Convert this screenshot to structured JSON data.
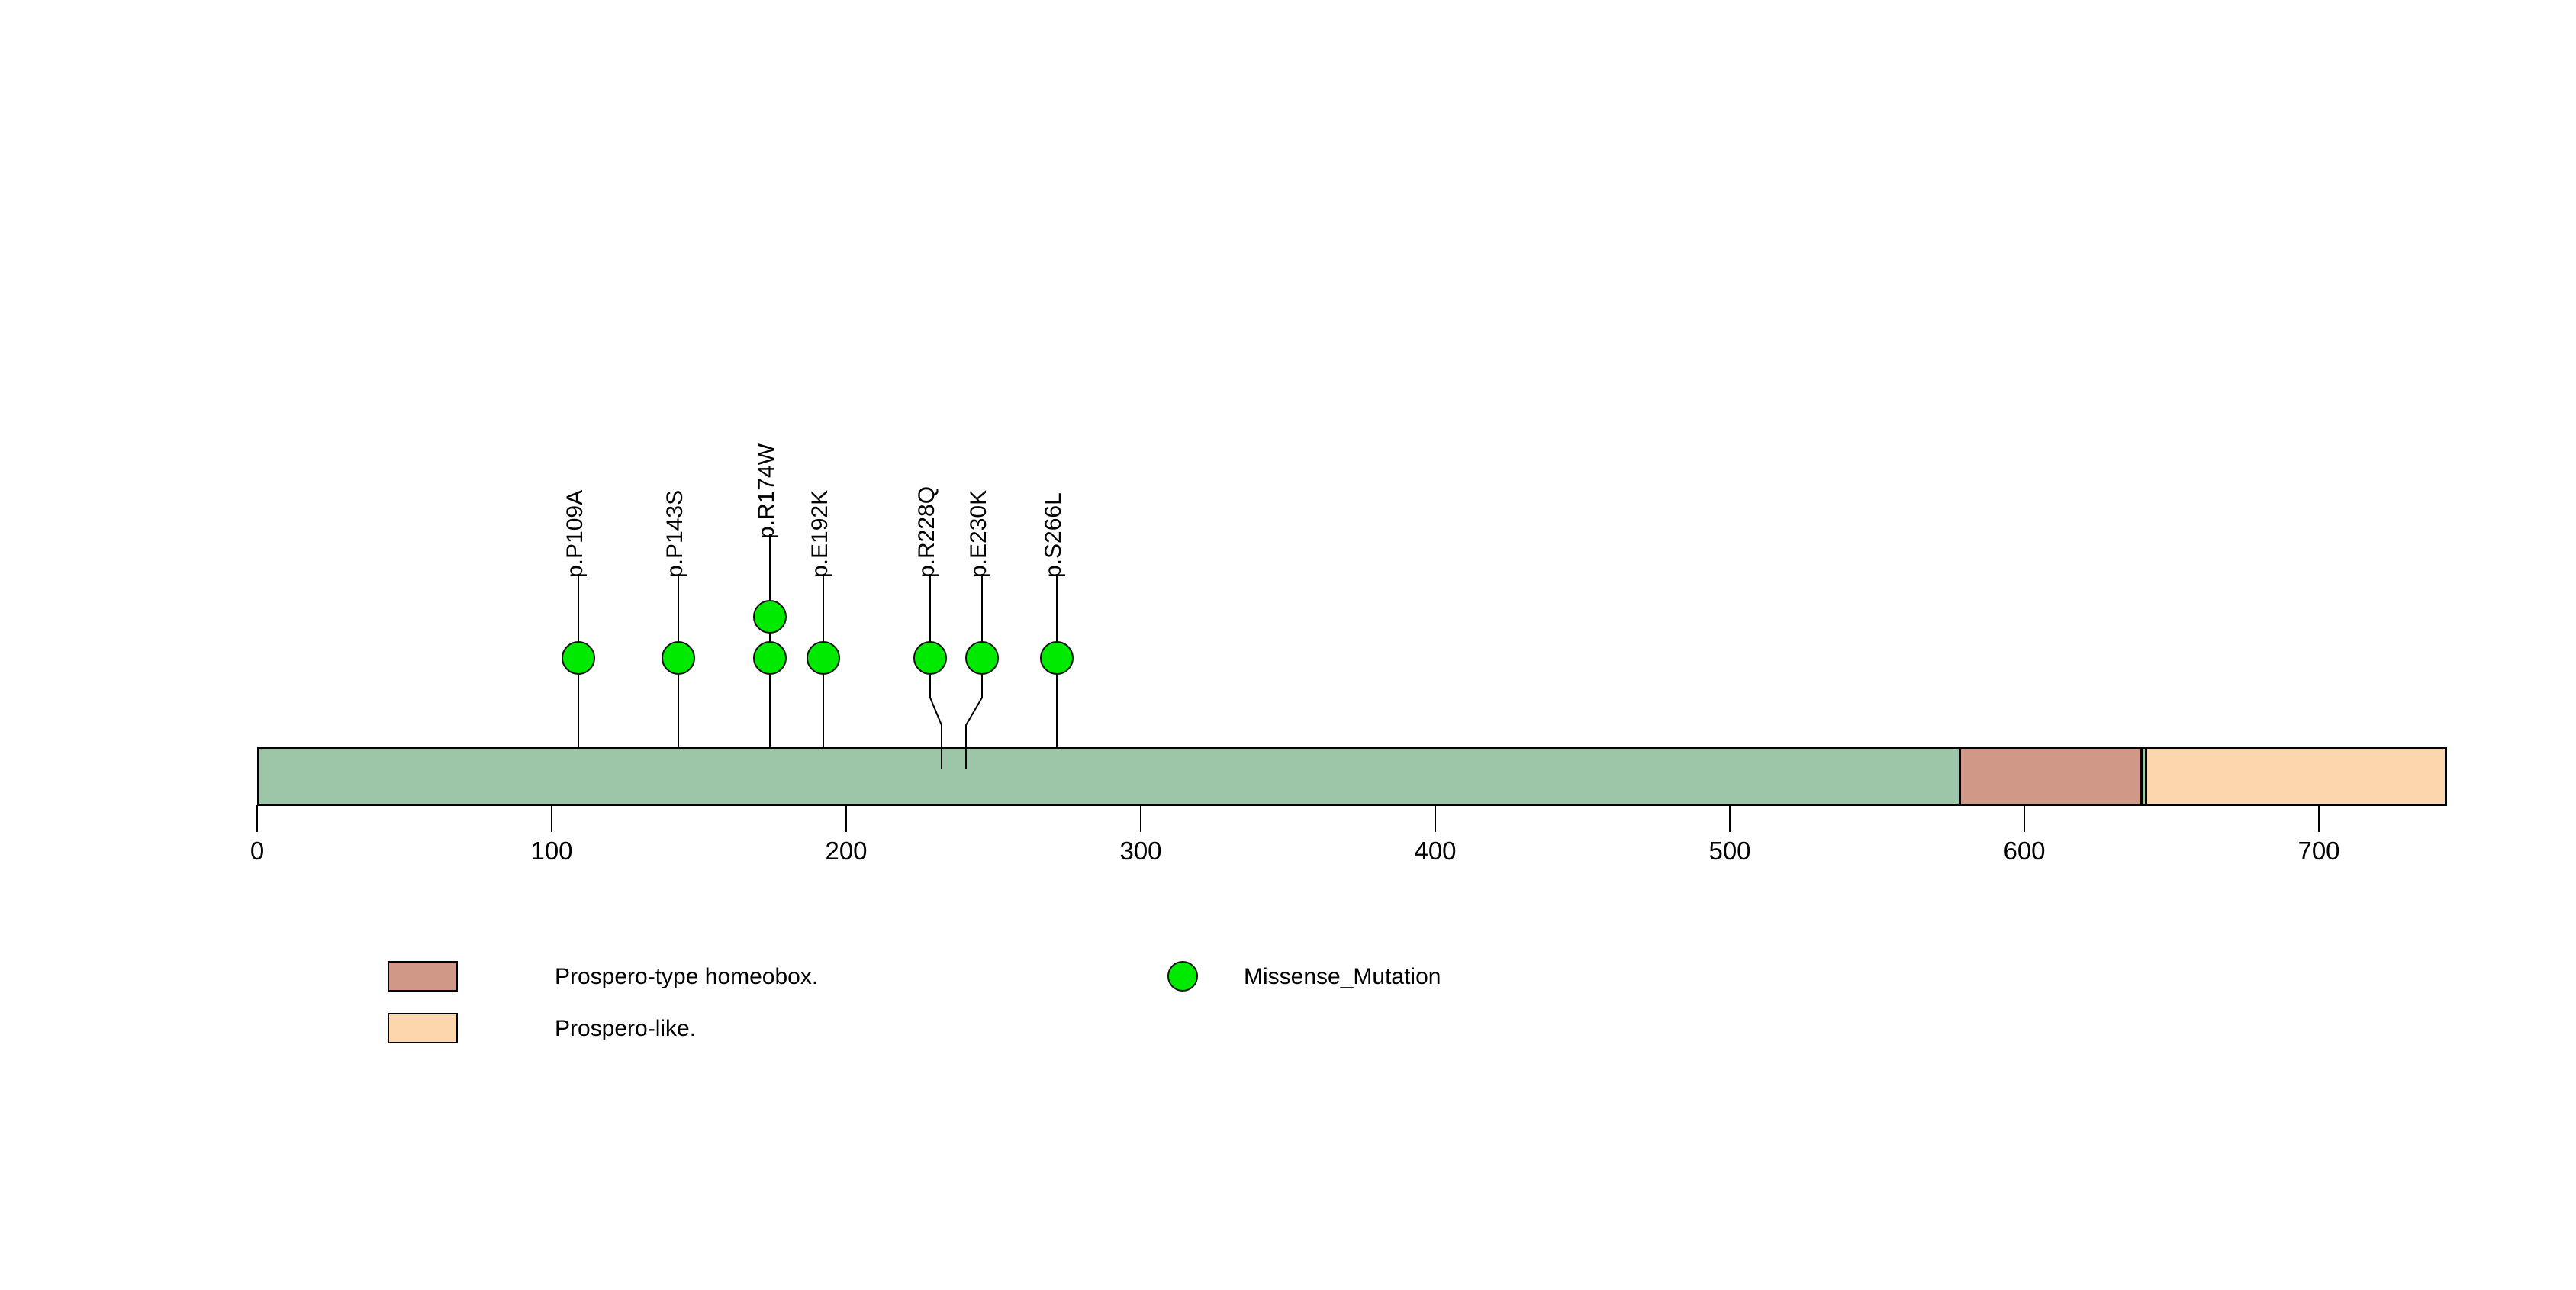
{
  "chart_data": {
    "type": "lollipop",
    "title": "",
    "xlabel": "",
    "ylabel": "",
    "xlim": [
      0,
      751
    ],
    "axis_ticks": [
      0,
      100,
      200,
      300,
      400,
      500,
      600,
      700
    ],
    "protein_length": 751,
    "backbone_color": "#9DC6A9",
    "mutation_color": "#00EA00",
    "grid": false,
    "legend_position": "bottom-left",
    "domains": [
      {
        "name": "Prospero-type homeobox.",
        "start": 578,
        "end": 639,
        "color": "#D09987"
      },
      {
        "name": "Prospero-like.",
        "start": 641,
        "end": 751,
        "color": "#FCD6AD"
      }
    ],
    "mutations": [
      {
        "label": "p.P109A",
        "position": 109,
        "count": 1,
        "type": "Missense_Mutation"
      },
      {
        "label": "p.P143S",
        "position": 143,
        "count": 1,
        "type": "Missense_Mutation"
      },
      {
        "label": "p.R174W",
        "position": 174,
        "count": 2,
        "type": "Missense_Mutation"
      },
      {
        "label": "p.E192K",
        "position": 192,
        "count": 1,
        "type": "Missense_Mutation"
      },
      {
        "label": "p.R228Q",
        "position": 228,
        "count": 1,
        "type": "Missense_Mutation"
      },
      {
        "label": "p.E230K",
        "position": 230,
        "count": 1,
        "type": "Missense_Mutation"
      },
      {
        "label": "p.S266L",
        "position": 266,
        "count": 1,
        "type": "Missense_Mutation"
      }
    ],
    "legend": {
      "domain_entries": [
        {
          "label": "Prospero-type homeobox.",
          "color": "#D09987"
        },
        {
          "label": "Prospero-like.",
          "color": "#FCD6AD"
        }
      ],
      "mutation_entries": [
        {
          "label": "Missense_Mutation",
          "color": "#00EA00",
          "marker": "circle"
        }
      ]
    }
  },
  "axis": {
    "ticks": [
      {
        "label": "0"
      },
      {
        "label": "100"
      },
      {
        "label": "200"
      },
      {
        "label": "300"
      },
      {
        "label": "400"
      },
      {
        "label": "500"
      },
      {
        "label": "600"
      },
      {
        "label": "700"
      }
    ]
  },
  "mutation_labels": [
    {
      "text": "p.P109A"
    },
    {
      "text": "p.P143S"
    },
    {
      "text": "p.R174W"
    },
    {
      "text": "p.E192K"
    },
    {
      "text": "p.R228Q"
    },
    {
      "text": "p.E230K"
    },
    {
      "text": "p.S266L"
    }
  ],
  "legend": {
    "items": [
      {
        "label": "Prospero-type homeobox."
      },
      {
        "label": "Prospero-like."
      },
      {
        "label": "Missense_Mutation"
      }
    ]
  }
}
